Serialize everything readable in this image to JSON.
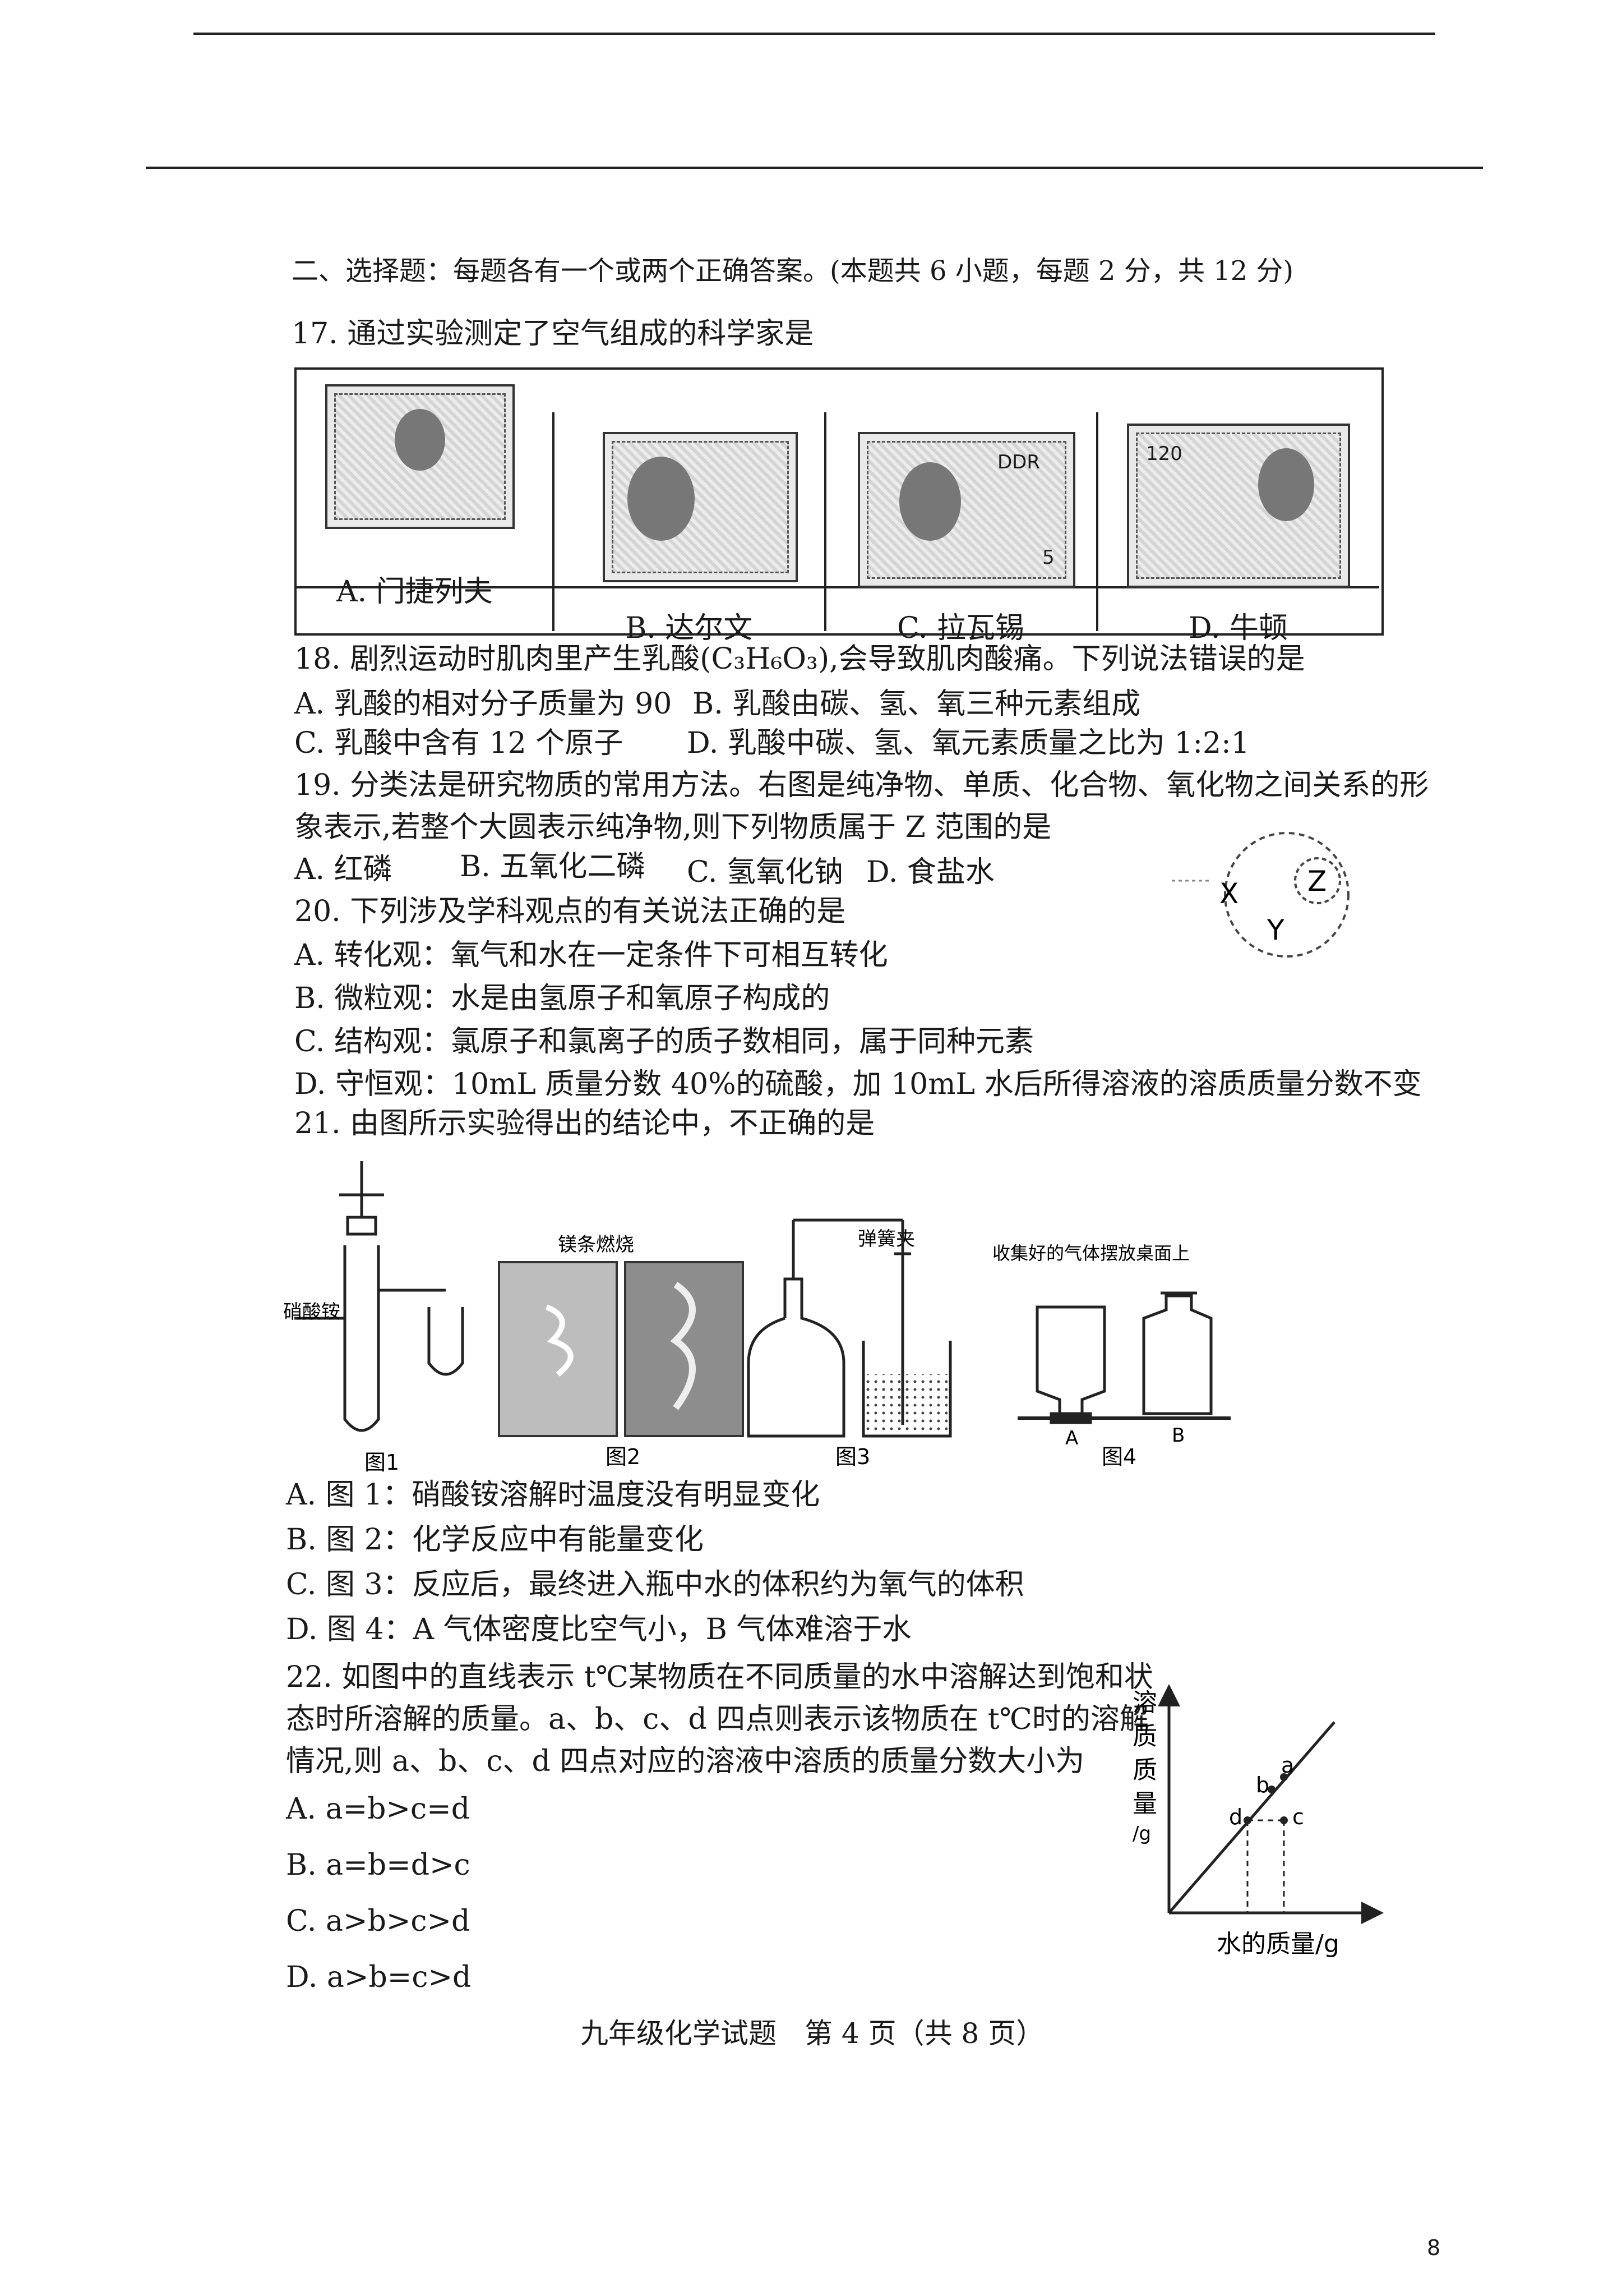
{
  "header_rules": true,
  "section": {
    "title": "二、选择题：每题各有一个或两个正确答案。(本题共 6 小题，每题 2 分，共 12 分)"
  },
  "q17": {
    "stem": "17. 通过实验测定了空气组成的科学家是",
    "options": [
      "A. 门捷列夫",
      "B. 达尔文",
      "C. 拉瓦锡",
      "D. 牛顿"
    ],
    "stamp_labels": [
      "DDR",
      "5",
      "120"
    ]
  },
  "q18": {
    "stem": "18. 剧烈运动时肌肉里产生乳酸(C₃H₆O₃),会导致肌肉酸痛。下列说法错误的是",
    "options": [
      "A. 乳酸的相对分子质量为 90",
      "B. 乳酸由碳、氢、氧三种元素组成",
      "C. 乳酸中含有 12 个原子",
      "D. 乳酸中碳、氢、氧元素质量之比为 1:2:1"
    ]
  },
  "q19": {
    "stem_line1": "19. 分类法是研究物质的常用方法。右图是纯净物、单质、化合物、氧化物之间关系的形",
    "stem_line2": "象表示,若整个大圆表示纯净物,则下列物质属于 Z 范围的是",
    "options": [
      "A. 红磷",
      "B. 五氧化二磷",
      "C. 氢氧化钠",
      "D. 食盐水"
    ],
    "diagram_labels": [
      "X",
      "Y",
      "Z"
    ]
  },
  "q20": {
    "stem": "20. 下列涉及学科观点的有关说法正确的是",
    "options": [
      "A. 转化观：氧气和水在一定条件下可相互转化",
      "B. 微粒观：水是由氢原子和氧原子构成的",
      "C. 结构观：氯原子和氯离子的质子数相同，属于同种元素",
      "D. 守恒观：10mL 质量分数 40%的硫酸，加 10mL 水后所得溶液的溶质质量分数不变"
    ]
  },
  "q21": {
    "stem": "21. 由图所示实验得出的结论中，不正确的是",
    "figure_captions": [
      "图1",
      "图2",
      "图3",
      "图4"
    ],
    "figure_texts": [
      "镁条燃烧",
      "弹簧夹",
      "收集好的气体摆放桌面上",
      "A",
      "B",
      "硝酸铵"
    ],
    "options": [
      "A. 图 1：硝酸铵溶解时温度没有明显变化",
      "B. 图 2：化学反应中有能量变化",
      "C. 图 3：反应后，最终进入瓶中水的体积约为氧气的体积",
      "D. 图 4：A 气体密度比空气小，B 气体难溶于水"
    ]
  },
  "q22": {
    "stem_line1": "22. 如图中的直线表示 t℃某物质在不同质量的水中溶解达到饱和状",
    "stem_line2": "态时所溶解的质量。a、b、c、d 四点则表示该物质在 t℃时的溶解",
    "stem_line3": "情况,则 a、b、c、d 四点对应的溶液中溶质的质量分数大小为",
    "options": [
      "A. a=b>c=d",
      "B. a=b=d>c",
      "C. a>b>c>d",
      "D. a>b=c>d"
    ],
    "graph": {
      "ylabel": "溶质质量/g",
      "xlabel": "水的质量/g",
      "points": [
        "a",
        "b",
        "c",
        "d"
      ]
    }
  },
  "footer": {
    "text": "九年级化学试题　第 4 页（共 8 页）",
    "page_number": "8"
  }
}
